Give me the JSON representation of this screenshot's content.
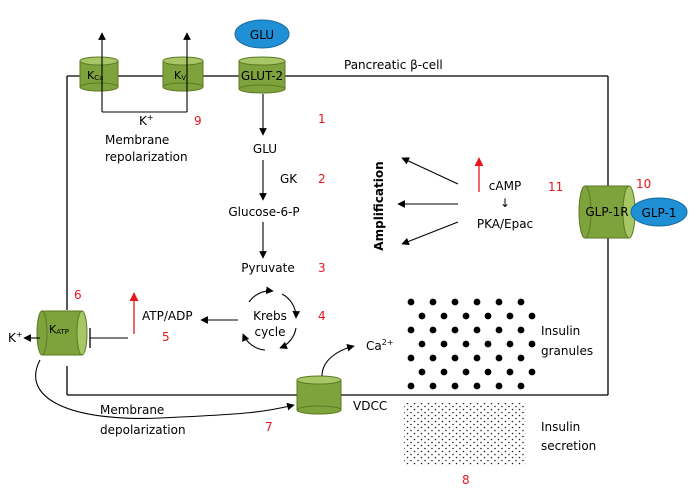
{
  "colors": {
    "channel_fill": "#7ea23c",
    "channel_light": "#a7c767",
    "channel_stroke": "#5b7a22",
    "oval_fill": "#1f8fd6",
    "step_number": "#e8161c",
    "up_arrow": "#e8161c",
    "line": "#000000"
  },
  "cell": {
    "title": "Pancreatic β-cell"
  },
  "channels": {
    "kca": {
      "main": "K",
      "sub": "Ca"
    },
    "kv": {
      "main": "K",
      "sub": "V"
    },
    "glut2": {
      "label": "GLUT-2"
    },
    "katp": {
      "main": "K",
      "sub": "ATP"
    },
    "vdcc": {
      "label": "VDCC"
    },
    "glp1r": {
      "label": "GLP-1R"
    }
  },
  "ovals": {
    "glu": "GLU",
    "glp1": "GLP-1"
  },
  "pathway": {
    "glu": "GLU",
    "gk": "GK",
    "g6p": "Glucose-6-P",
    "pyruvate": "Pyruvate",
    "krebs_line1": "Krebs",
    "krebs_line2": "cycle",
    "atp_adp": "ATP/ADP",
    "camp": "cAMP",
    "pka": "PKA/Epac",
    "amplification": "Amplification"
  },
  "ions": {
    "k_top": {
      "base": "K",
      "sup": "+"
    },
    "k_left": {
      "base": "K",
      "sup": "+"
    },
    "ca": {
      "base": "Ca",
      "sup": "2+"
    }
  },
  "labels": {
    "repolarization_1": "Membrane",
    "repolarization_2": "repolarization",
    "depolarization_1": "Membrane",
    "depolarization_2": "depolarization",
    "granules_1": "Insulin",
    "granules_2": "granules",
    "secretion_1": "Insulin",
    "secretion_2": "secretion"
  },
  "steps": [
    "1",
    "2",
    "3",
    "4",
    "5",
    "6",
    "7",
    "8",
    "9",
    "10",
    "11"
  ]
}
